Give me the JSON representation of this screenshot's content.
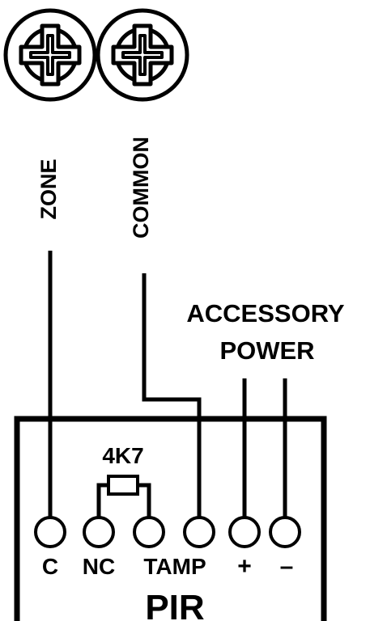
{
  "wires": {
    "zone_label": "ZONE",
    "common_label": "COMMON"
  },
  "accessory_power": {
    "line1": "ACCESSORY",
    "line2": "POWER"
  },
  "pir": {
    "title": "PIR",
    "resistor_label": "4K7",
    "terminals": {
      "c": "C",
      "nc": "NC",
      "tamp": "TAMP",
      "plus": "+",
      "minus": "–"
    }
  },
  "colors": {
    "ink": "#000000",
    "background": "#ffffff"
  }
}
